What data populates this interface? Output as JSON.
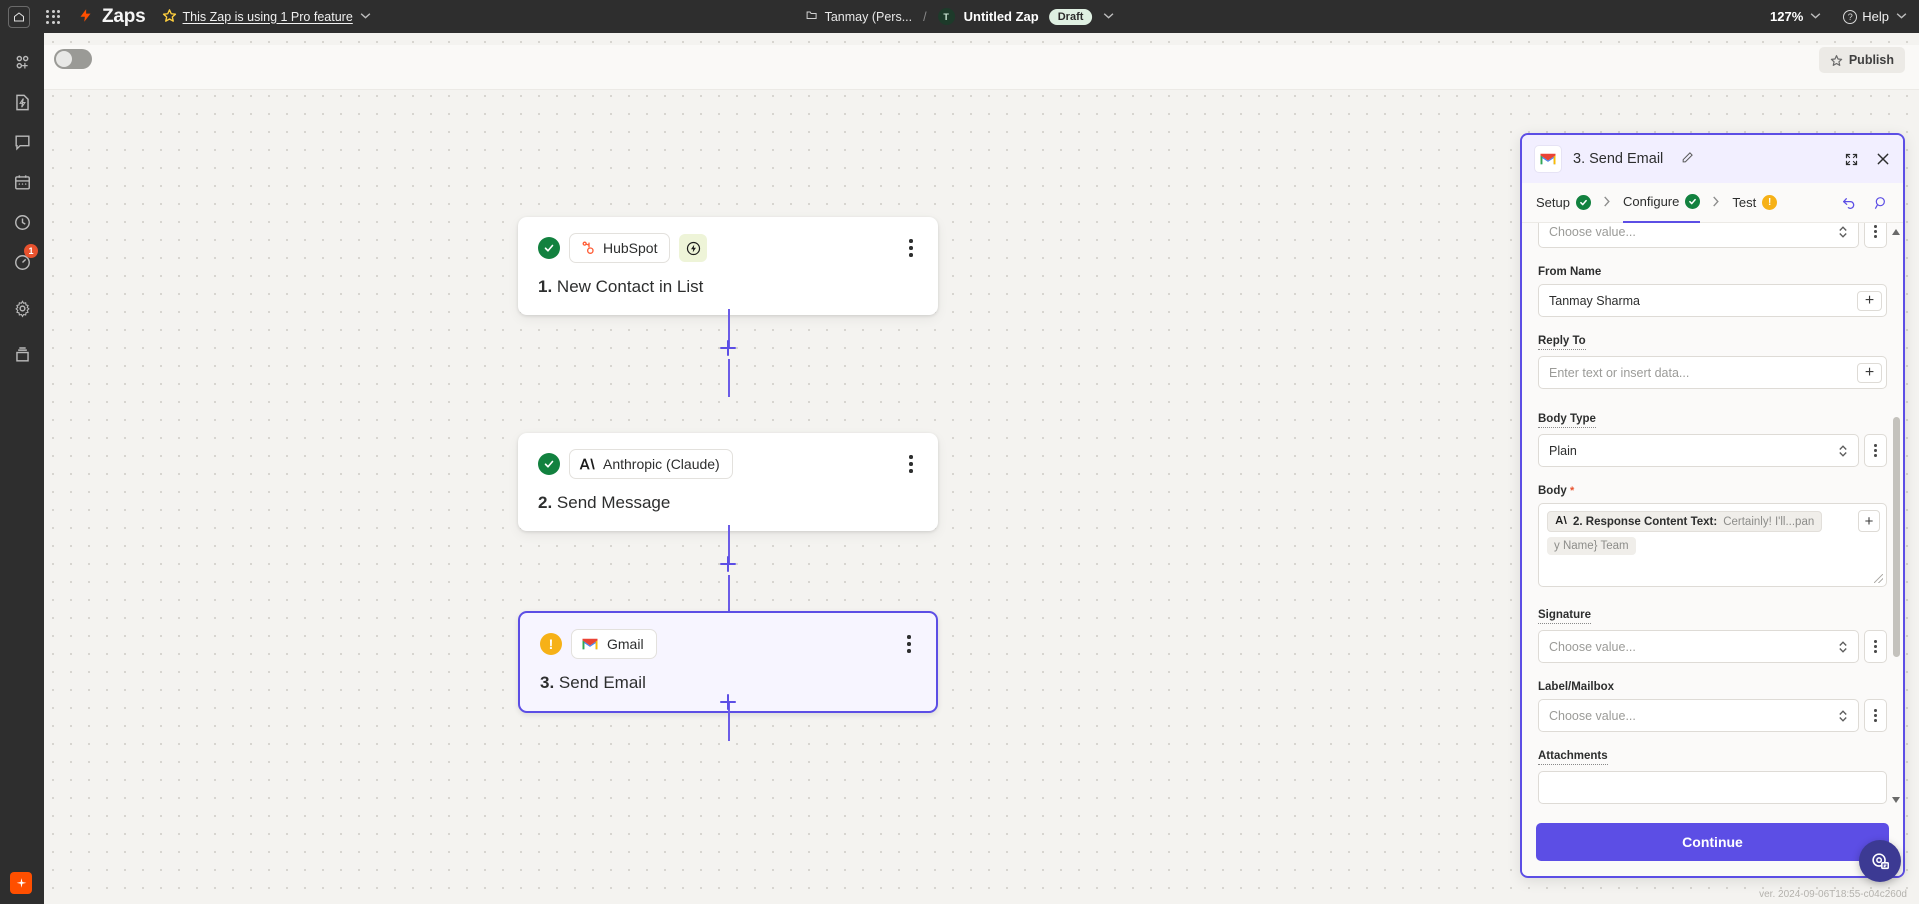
{
  "topbar": {
    "home_icon": "home-icon",
    "grid_icon": "app-grid-icon",
    "bolt_icon": "zapier-bolt-icon",
    "app_name": "Zaps",
    "star_icon": "star-icon",
    "pro_notice": "This Zap is using 1 Pro feature",
    "pro_caret": "chevron-down-icon",
    "folder_icon": "folder-icon",
    "folder_name": "Tanmay (Pers...",
    "separator": "/",
    "avatar_initial": "T",
    "zap_title": "Untitled Zap",
    "status_badge": "Draft",
    "title_caret": "chevron-down-icon",
    "zoom_level": "127%",
    "zoom_caret": "chevron-down-icon",
    "help_icon": "question-circle-icon",
    "help_label": "Help",
    "help_caret": "chevron-down-icon"
  },
  "rail": {
    "items": [
      {
        "name": "zaps-icon",
        "badge": null
      },
      {
        "name": "templates-icon",
        "badge": null
      },
      {
        "name": "chat-icon",
        "badge": null
      },
      {
        "name": "calendar-icon",
        "badge": null
      },
      {
        "name": "history-clock-icon",
        "badge": null
      },
      {
        "name": "analytics-icon",
        "badge": "1"
      },
      {
        "name": "settings-gear-icon",
        "badge": null
      },
      {
        "name": "tables-icon",
        "badge": null
      }
    ],
    "bottom_icon": "zapier-logo-icon"
  },
  "canvas_toolbar": {
    "toggle_name": "enable-zap-toggle",
    "toggle_on": false,
    "publish_label": "Publish",
    "publish_icon": "star-icon"
  },
  "flow": {
    "nodes": [
      {
        "status": "ok",
        "status_icon": "check-circle-icon",
        "app": "HubSpot",
        "app_icon": "hubspot-icon",
        "has_bolt": true,
        "bolt_icon": "trigger-bolt-icon",
        "step_number": "1.",
        "step_title": "New Contact in List",
        "selected": false,
        "menu_icon": "kebab-menu-icon"
      },
      {
        "status": "ok",
        "status_icon": "check-circle-icon",
        "app": "Anthropic (Claude)",
        "app_icon": "anthropic-icon",
        "has_bolt": false,
        "bolt_icon": null,
        "step_number": "2.",
        "step_title": "Send Message",
        "selected": false,
        "menu_icon": "kebab-menu-icon"
      },
      {
        "status": "warn",
        "status_icon": "warning-circle-icon",
        "app": "Gmail",
        "app_icon": "gmail-icon",
        "has_bolt": false,
        "bolt_icon": null,
        "step_number": "3.",
        "step_title": "Send Email",
        "selected": true,
        "menu_icon": "kebab-menu-icon"
      }
    ],
    "add_step_icon": "plus-icon"
  },
  "panel": {
    "app_icon": "gmail-icon",
    "title": "3.  Send Email",
    "edit_icon": "pencil-icon",
    "expand_icon": "expand-icon",
    "close_icon": "close-icon",
    "tabs": [
      {
        "label": "Setup",
        "state": "ok",
        "badge_icon": "check-circle-icon",
        "active": false
      },
      {
        "label": "Configure",
        "state": "ok",
        "badge_icon": "check-circle-icon",
        "active": true
      },
      {
        "label": "Test",
        "state": "warn",
        "badge_icon": "warning-circle-icon",
        "active": false
      }
    ],
    "tab_separator": "chevron-right-icon",
    "undo_icon": "undo-icon",
    "search_icon": "search-icon",
    "fields": [
      {
        "key": "cc_bcc",
        "label": "",
        "type": "select",
        "value": "",
        "placeholder": "Choose value...",
        "dotted": false,
        "required": false,
        "has_dots": true
      },
      {
        "key": "from_name",
        "label": "From Name",
        "type": "text",
        "value": "Tanmay Sharma",
        "placeholder": "",
        "dotted": false,
        "required": false,
        "has_plus": true
      },
      {
        "key": "reply_to",
        "label": "Reply To",
        "type": "text",
        "value": "",
        "placeholder": "Enter text or insert data...",
        "dotted": true,
        "required": false,
        "has_plus": true
      },
      {
        "key": "body_type",
        "label": "Body Type",
        "type": "select",
        "value": "Plain",
        "placeholder": "",
        "dotted": true,
        "required": false,
        "has_dots": true
      },
      {
        "key": "body",
        "label": "Body",
        "type": "richtext",
        "required": true,
        "dotted": false,
        "token_icon": "anthropic-icon",
        "token_label": "2. Response Content Text:",
        "token_value": "Certainly! I'll...pan",
        "overflow_text": "y Name} Team",
        "has_plus": true
      },
      {
        "key": "signature",
        "label": "Signature",
        "type": "select",
        "value": "",
        "placeholder": "Choose value...",
        "dotted": true,
        "required": false,
        "has_dots": true
      },
      {
        "key": "label_mailbox",
        "label": "Label/Mailbox",
        "type": "select",
        "value": "",
        "placeholder": "Choose value...",
        "dotted": false,
        "required": false,
        "has_dots": true
      },
      {
        "key": "attachments",
        "label": "Attachments",
        "type": "select",
        "value": "",
        "placeholder": "",
        "dotted": true,
        "required": false,
        "has_dots": false
      }
    ],
    "continue_label": "Continue",
    "scroll_up_icon": "triangle-up-icon",
    "scroll_down_icon": "triangle-down-icon"
  },
  "fab": {
    "icon": "support-chat-icon"
  },
  "version_text": "ver. 2024-09-06T18:55-c04c260d"
}
